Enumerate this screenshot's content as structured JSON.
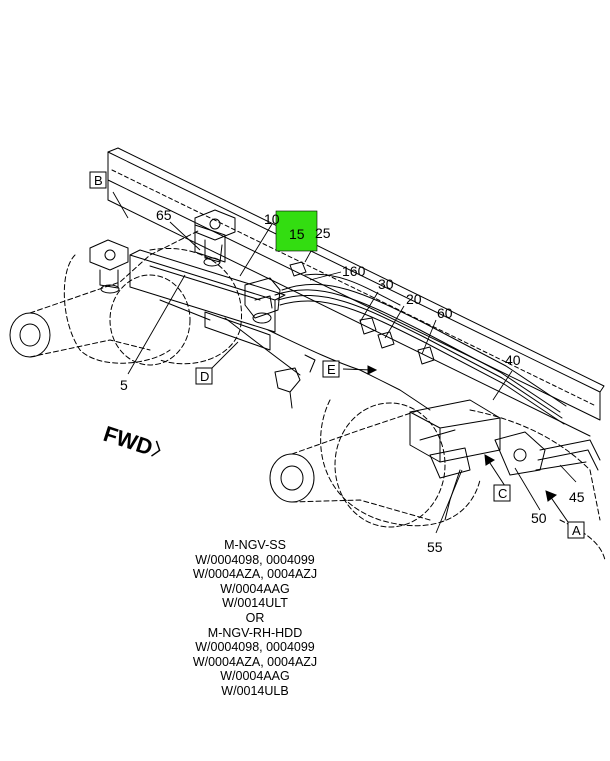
{
  "diagram": {
    "fwd_label": "FWD",
    "highlight_color": "#33dd11",
    "highlighted_callout": "15",
    "callouts": {
      "c5": "5",
      "c10": "10",
      "c15": "15",
      "c20": "20",
      "c25": "25",
      "c30": "30",
      "c40": "40",
      "c45": "45",
      "c50": "50",
      "c55": "55",
      "c60": "60",
      "c65": "65",
      "c160": "160"
    },
    "views": {
      "a": "A",
      "b": "B",
      "c": "C",
      "d": "D",
      "e": "E"
    },
    "notes": [
      "M-NGV-SS",
      "W/0004098, 0004099",
      "W/0004AZA, 0004AZJ",
      "W/0004AAG",
      "W/0014ULT",
      "OR",
      "M-NGV-RH-HDD",
      "W/0004098, 0004099",
      "W/0004AZA, 0004AZJ",
      "W/0004AAG",
      "W/0014ULB"
    ]
  }
}
